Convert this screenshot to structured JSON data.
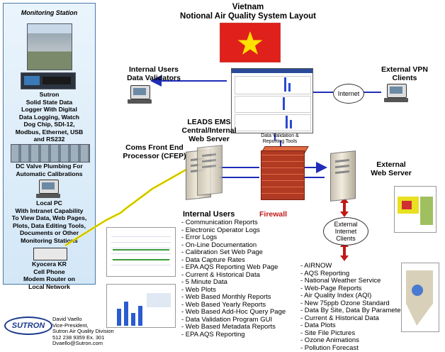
{
  "header": {
    "country": "Vietnam",
    "title": "Notional Air Quality System Layout",
    "flag": {
      "red": "#e0201a",
      "star": "#ffe000"
    }
  },
  "station": {
    "title": "Monitoring Station",
    "logger_text": [
      "Sutron",
      "Solid State Data",
      "Logger With Digital",
      "Data Logging, Watch",
      "Dog Chip, SDI-12,",
      "Modbus, Ethernet, USB",
      "and RS232"
    ],
    "valve_text": [
      "DC Valve Plumbing For",
      "Automatic Calibrations"
    ],
    "pc_text": [
      "Local PC",
      "With Intranet Capability",
      "To View Data, Web Pages,",
      "Plots, Data Editing Tools,",
      "Documents or Other",
      "Monitoring Stations"
    ],
    "modem_text": [
      "Kyocera KR",
      "Cell Phone",
      "Modem Router on",
      "Local Network"
    ]
  },
  "nodes": {
    "internal_validators": [
      "Internal Users",
      "Data Validators"
    ],
    "vpn_clients": [
      "External VPN",
      "Clients"
    ],
    "internet": "Internet",
    "validation_tools": [
      "Data Validation &",
      "Reporting Tools"
    ],
    "leads": [
      "LEADS EMS",
      "Central/Internal",
      "Web Server"
    ],
    "cfep": [
      "Coms Front End",
      "Processor (CFEP)"
    ],
    "external_server": [
      "External",
      "Web Server"
    ],
    "firewall": "Firewall",
    "external_clients": [
      "External",
      "Internet",
      "Clients"
    ]
  },
  "internal_users": {
    "heading": "Internal Users",
    "items": [
      "- Communication Reports",
      "- Electronic Operator Logs",
      "- Error Logs",
      "- On-Line Documentation",
      "- Calibration Set Web Page",
      "- Data Capture Rates",
      "- EPA AQS Reporting Web Page",
      "- Current & Historical Data",
      "- 5 Minute Data",
      "- Web Plots",
      "- Web Based Monthly Reports",
      "- Web Based Yearly Reports",
      "- Web Based Add-Hoc Query Page",
      "- Data Validation Program GUI",
      "- Web Based Metadata Reports",
      "- EPA AQS Reporting"
    ]
  },
  "external_list": {
    "items": [
      "- AIRNOW",
      "- AQS Reporting",
      "- National Weather Service",
      "- Web-Page Reports",
      "- Air Quality Index (AQI)",
      "- New 75ppb Ozone Standard",
      "- Data By Site, Data By Parameter",
      "- Current & Historical Data",
      "- Data Plots",
      "- Site File Pictures",
      "- Ozone Animations",
      "- Pollution Forecast"
    ]
  },
  "footer": {
    "logo": "SUTRON",
    "contact": [
      "David Vaello",
      "Vice-President,",
      "Sutron Air Quality Division",
      "512 238 9359 Ex. 301",
      "Dvaello@Sutron.com"
    ]
  },
  "colors": {
    "arrow_blue": "#1f2db8",
    "arrow_red": "#c01818",
    "bolt": "#f2e600"
  }
}
